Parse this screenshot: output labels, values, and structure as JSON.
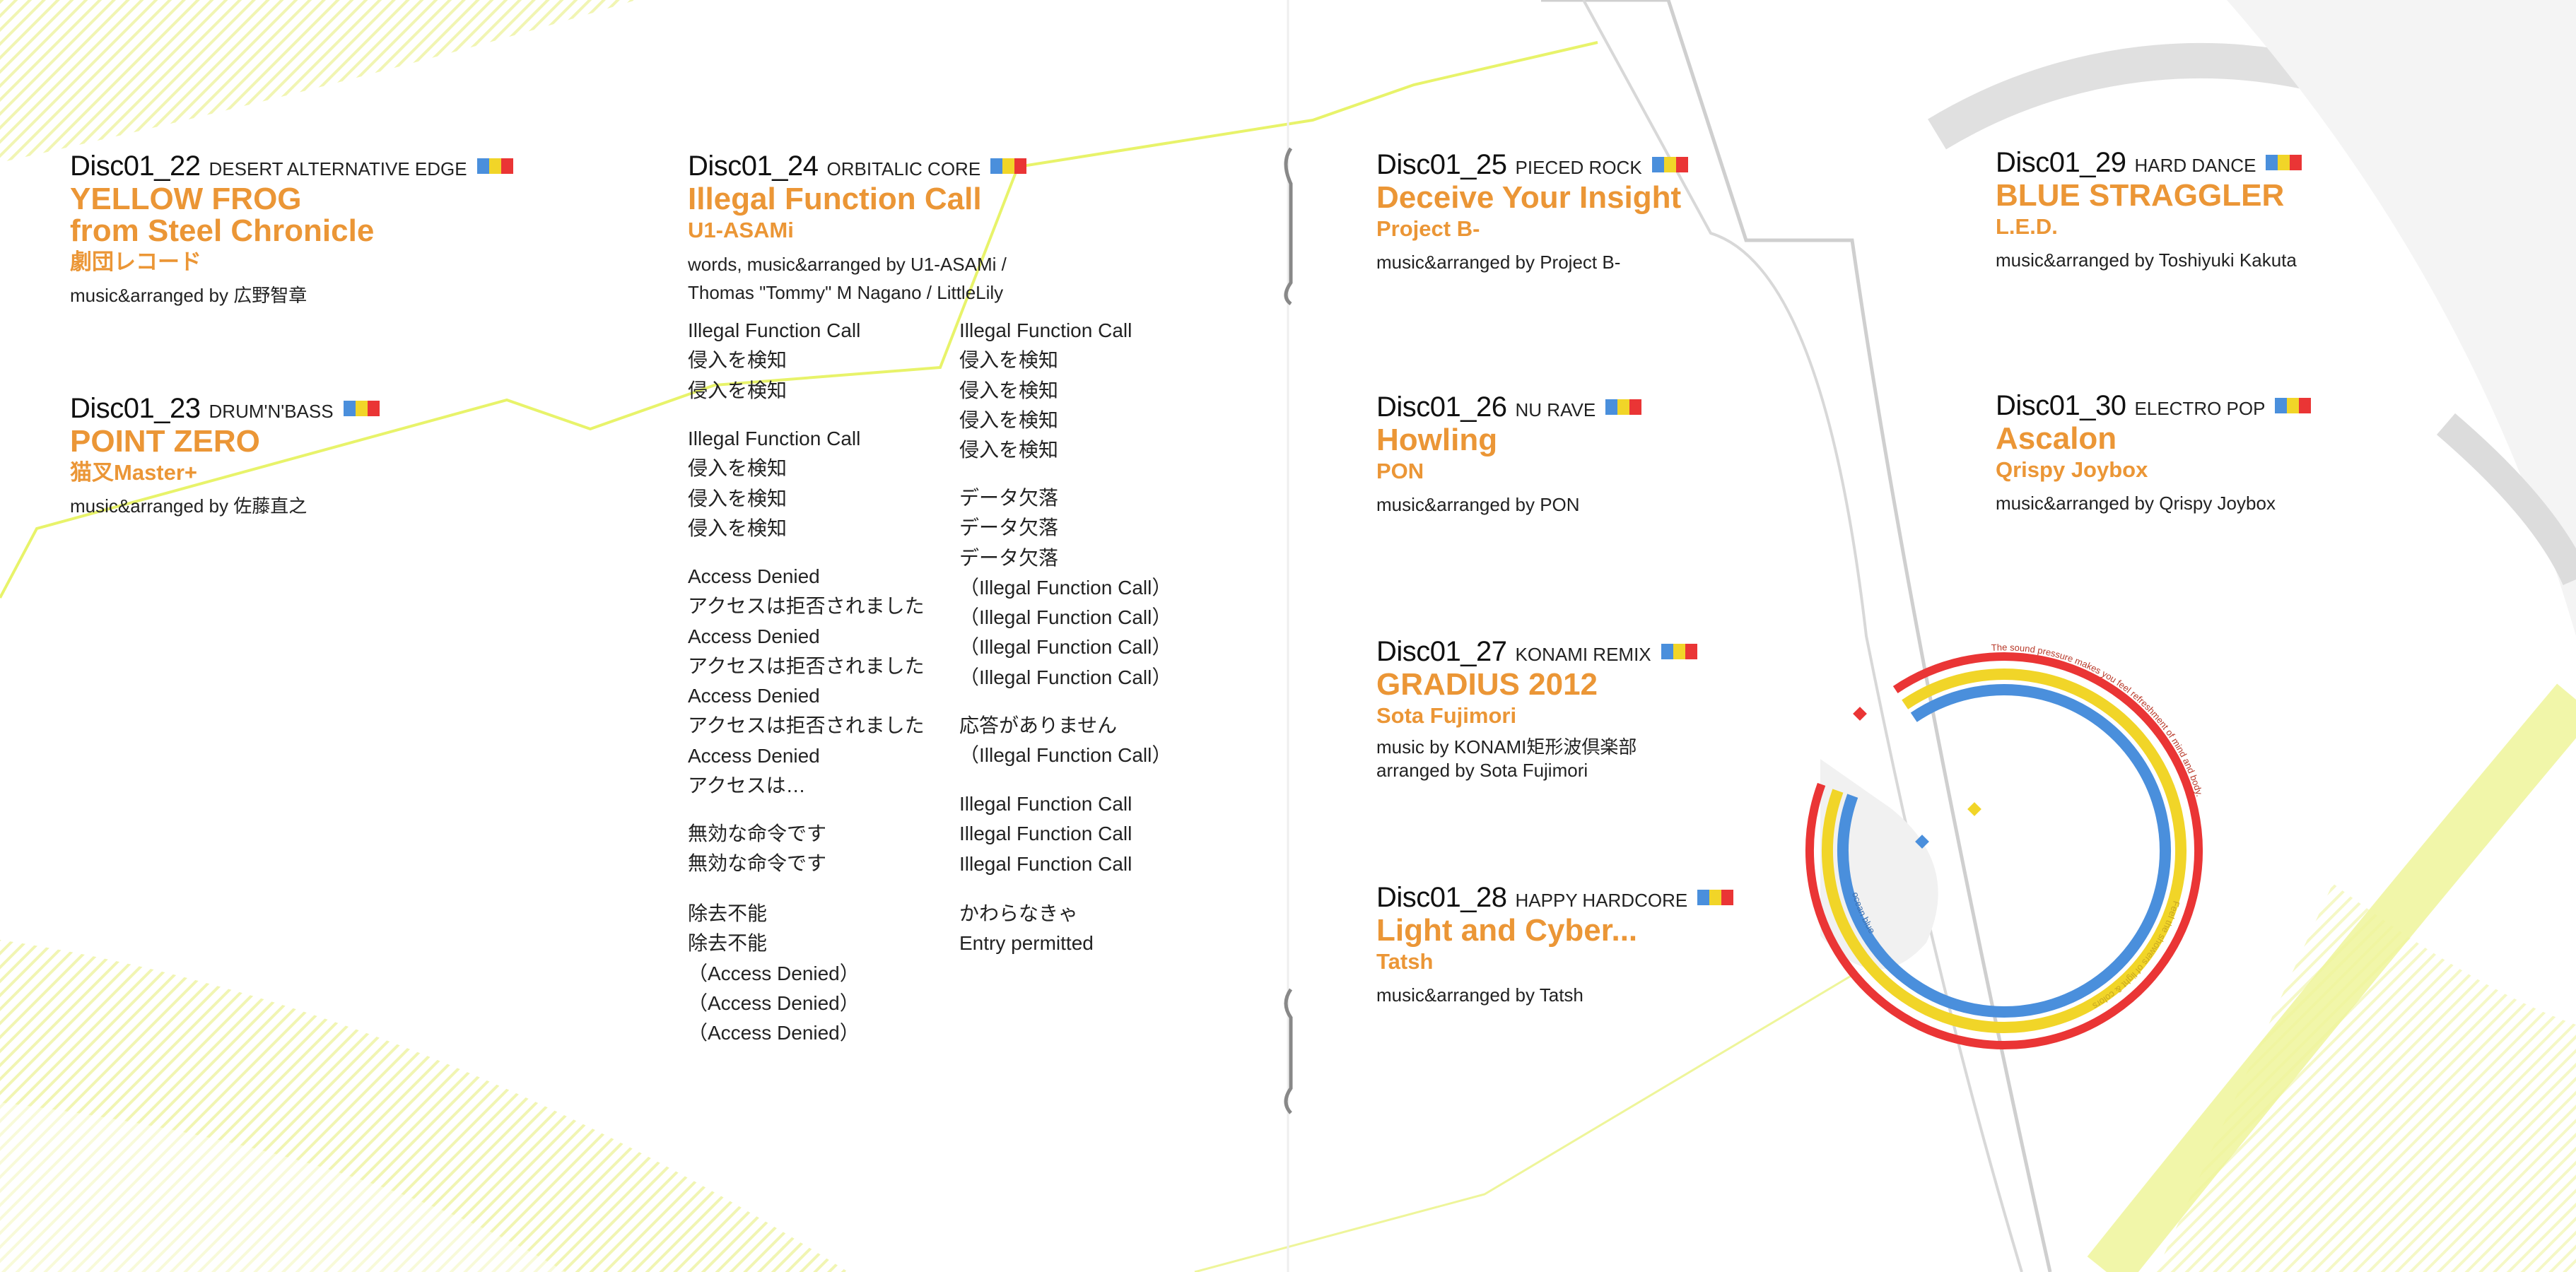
{
  "colors": {
    "accent": "#eb9636",
    "blue": "#4a8fdc",
    "yellow": "#f1d528",
    "red": "#ea3535"
  },
  "tracks": [
    {
      "disc": "Disc01_22",
      "genre": "DESERT ALTERNATIVE EDGE",
      "title": [
        "YELLOW FROG",
        "from Steel Chronicle"
      ],
      "artist": "劇団レコード",
      "credit": [
        "music&arranged by 広野智章"
      ]
    },
    {
      "disc": "Disc01_23",
      "genre": "DRUM'N'BASS",
      "title": [
        "POINT ZERO"
      ],
      "artist": "猫叉Master+",
      "credit": [
        "music&arranged by 佐藤直之"
      ]
    },
    {
      "disc": "Disc01_24",
      "genre": "ORBITALIC CORE",
      "title": [
        "Illegal Function Call"
      ],
      "artist": "U1-ASAMi",
      "credit": [
        "words, music&arranged by U1-ASAMi /",
        "Thomas \"Tommy\" M Nagano / LittleLily"
      ]
    },
    {
      "disc": "Disc01_25",
      "genre": "PIECED ROCK",
      "title": [
        "Deceive Your Insight"
      ],
      "artist": "Project B-",
      "credit": [
        "music&arranged by Project B-"
      ]
    },
    {
      "disc": "Disc01_26",
      "genre": "NU RAVE",
      "title": [
        "Howling"
      ],
      "artist": "PON",
      "credit": [
        "music&arranged by PON"
      ]
    },
    {
      "disc": "Disc01_27",
      "genre": "KONAMI REMIX",
      "title": [
        "GRADIUS 2012"
      ],
      "artist": "Sota Fujimori",
      "credit": [
        "music by KONAMI矩形波倶楽部",
        "arranged by  Sota Fujimori"
      ]
    },
    {
      "disc": "Disc01_28",
      "genre": "HAPPY HARDCORE",
      "title": [
        "Light and Cyber..."
      ],
      "artist": "Tatsh",
      "credit": [
        "music&arranged by Tatsh"
      ]
    },
    {
      "disc": "Disc01_29",
      "genre": "HARD DANCE",
      "title": [
        "BLUE STRAGGLER"
      ],
      "artist": "L.E.D.",
      "credit": [
        "music&arranged by Toshiyuki Kakuta"
      ]
    },
    {
      "disc": "Disc01_30",
      "genre": "ELECTRO POP",
      "title": [
        "Ascalon"
      ],
      "artist": "Qrispy Joybox",
      "credit": [
        "music&arranged by Qrispy Joybox"
      ]
    }
  ],
  "lyrics": {
    "col1": [
      [
        "Illegal Function Call",
        "侵入を検知",
        "侵入を検知"
      ],
      [
        "Illegal Function Call",
        "侵入を検知",
        "侵入を検知",
        "侵入を検知"
      ],
      [
        "Access Denied",
        "アクセスは拒否されました",
        "Access Denied",
        "アクセスは拒否されました",
        "Access Denied",
        "アクセスは拒否されました",
        "Access Denied",
        "アクセスは…"
      ],
      [
        "無効な命令です",
        "無効な命令です"
      ],
      [
        "除去不能",
        "除去不能",
        "（Access Denied）",
        "（Access Denied）",
        "（Access Denied）"
      ]
    ],
    "col2": [
      [
        "Illegal Function Call",
        "侵入を検知",
        "侵入を検知",
        "侵入を検知",
        "侵入を検知"
      ],
      [
        "データ欠落",
        "データ欠落",
        "データ欠落",
        "（Illegal Function Call）",
        "（Illegal Function Call）",
        "（Illegal Function Call）",
        "（Illegal Function Call）"
      ],
      [
        "応答がありません",
        "（Illegal Function Call）"
      ],
      [
        "Illegal Function Call",
        "Illegal Function Call",
        "Illegal Function Call"
      ],
      [
        "かわらなきゃ",
        "Entry permitted"
      ]
    ]
  },
  "disc_art": {
    "outer_text": "The sound pressure makes you feel refreshment of mind and body.",
    "middle_text": "Feel the showers of light & colors",
    "inner_text": "ocean blue"
  }
}
